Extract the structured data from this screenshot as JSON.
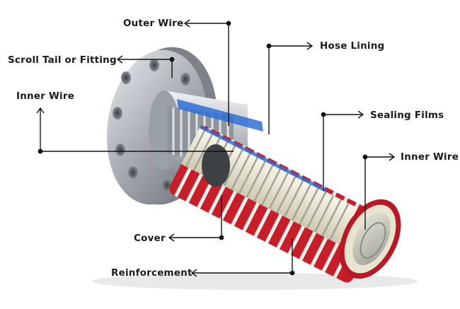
{
  "diagram": {
    "labels": {
      "outer_wire": "Outer Wire",
      "scroll_tail": "Scroll Tail or Fitting",
      "hose_lining": "Hose Lining",
      "inner_wire_left": "Inner Wire",
      "sealing_films": "Sealing Films",
      "inner_wire_right": "Inner Wire",
      "cover": "Cover",
      "reinforcement": "Reinforcement"
    },
    "colors": {
      "steel": "#b8bcc2",
      "cover_red": "#c81e2b",
      "film_blue": "#2f6fd6",
      "lining_cream": "#e9e4cf",
      "leader": "#111111"
    }
  }
}
